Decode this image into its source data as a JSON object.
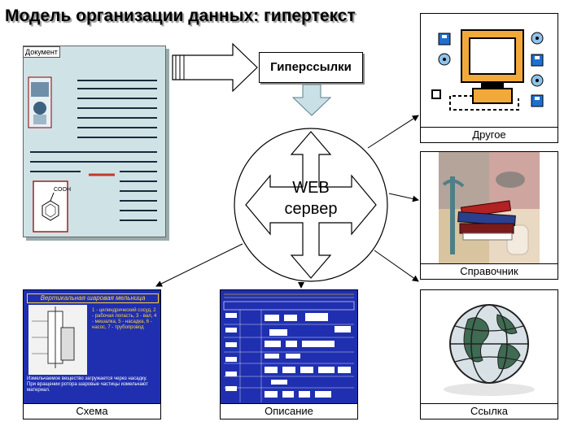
{
  "title": "Модель организации данных: гипертекст",
  "document": {
    "label": "Документ",
    "formula_label": "COOH"
  },
  "hyperlinks_label": "Гиперссылки",
  "server": {
    "line1": "WEB",
    "line2": "сервер"
  },
  "boxes": {
    "other": "Другое",
    "reference": "Справочник",
    "link": "Ссылка",
    "scheme": "Схема",
    "description": "Описание"
  },
  "scheme_content": {
    "heading": "Вертикальная шаровая мельница",
    "legend": "1 - цилиндрический сосуд, 2 - рабочая лопасть, 3 - вал, 4 - мешалка, 5 - насадка, 6 - насос, 7 - трубопровод",
    "footer": "Измельчаемое вещество загружается через насадку. При вращении ротора шаровые частицы измельчают материал."
  },
  "colors": {
    "accent_blue": "#1f2fb0",
    "doc_bg": "#cfe2e6",
    "arrow_fill": "#c8e0e6",
    "yellow": "#ffd23a",
    "monitor_orange": "#f2a93b"
  },
  "icons": [
    "computer-icon",
    "floppy-icon",
    "cd-icon",
    "book-stack-icon",
    "globe-icon",
    "gear-diagram-icon"
  ]
}
